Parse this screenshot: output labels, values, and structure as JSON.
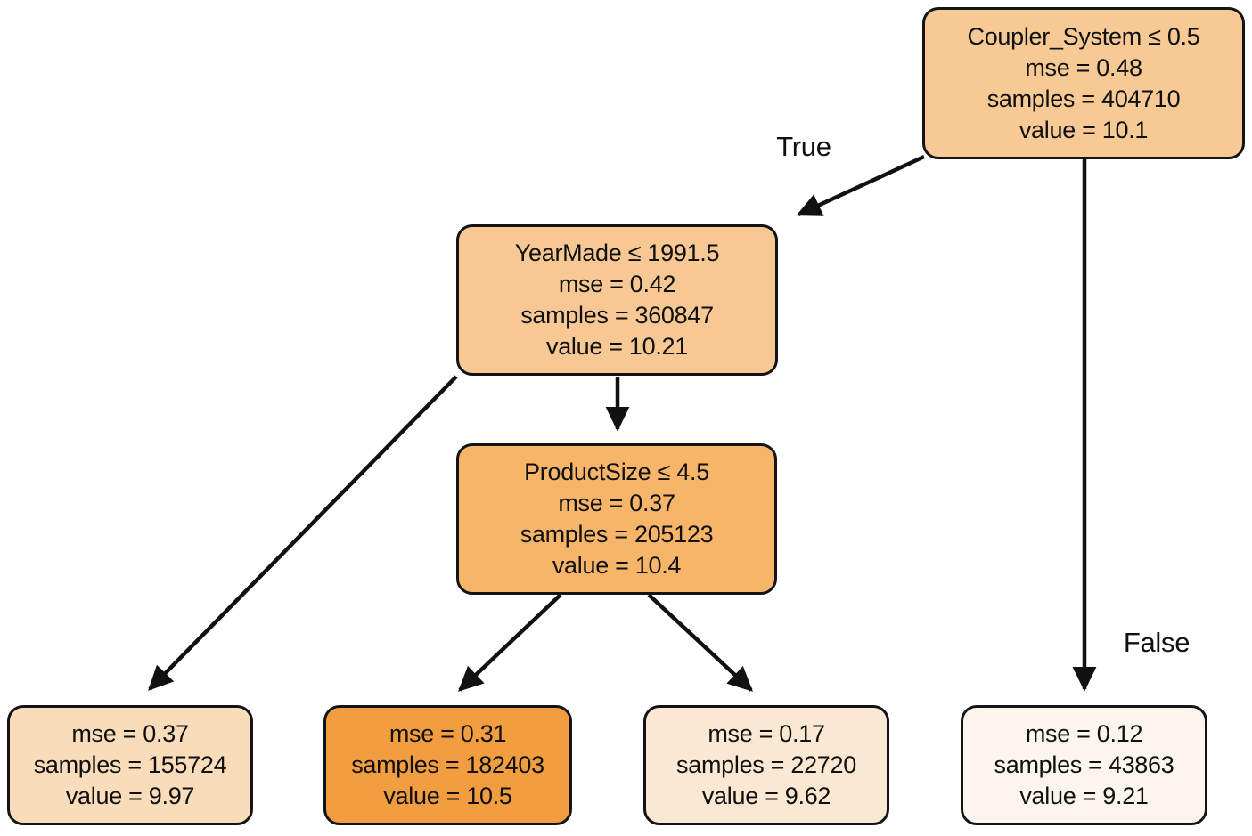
{
  "diagram": {
    "type": "decision-tree",
    "background": "#ffffff",
    "edge_color": "#111111",
    "edge_labels": {
      "true": "True",
      "false": "False"
    },
    "nodes": [
      {
        "name": "root",
        "condition": "Coupler_System ≤ 0.5",
        "mse": "mse = 0.48",
        "samples": "samples = 404710",
        "value": "value = 10.1",
        "fill": "#f7c994"
      },
      {
        "name": "yearmade",
        "condition": "YearMade ≤ 1991.5",
        "mse": "mse = 0.42",
        "samples": "samples = 360847",
        "value": "value = 10.21",
        "fill": "#f7c893"
      },
      {
        "name": "productsize",
        "condition": "ProductSize ≤ 4.5",
        "mse": "mse = 0.37",
        "samples": "samples = 205123",
        "value": "value = 10.4",
        "fill": "#f7b56a"
      },
      {
        "name": "leaf-1",
        "mse": "mse = 0.37",
        "samples": "samples = 155724",
        "value": "value = 9.97",
        "fill": "#f9dcb9"
      },
      {
        "name": "leaf-2",
        "mse": "mse = 0.31",
        "samples": "samples = 182403",
        "value": "value = 10.5",
        "fill": "#f19d40"
      },
      {
        "name": "leaf-3",
        "mse": "mse = 0.17",
        "samples": "samples = 22720",
        "value": "value = 9.62",
        "fill": "#fae8d2"
      },
      {
        "name": "leaf-4",
        "mse": "mse = 0.12",
        "samples": "samples = 43863",
        "value": "value = 9.21",
        "fill": "#fbf5ed"
      }
    ]
  }
}
